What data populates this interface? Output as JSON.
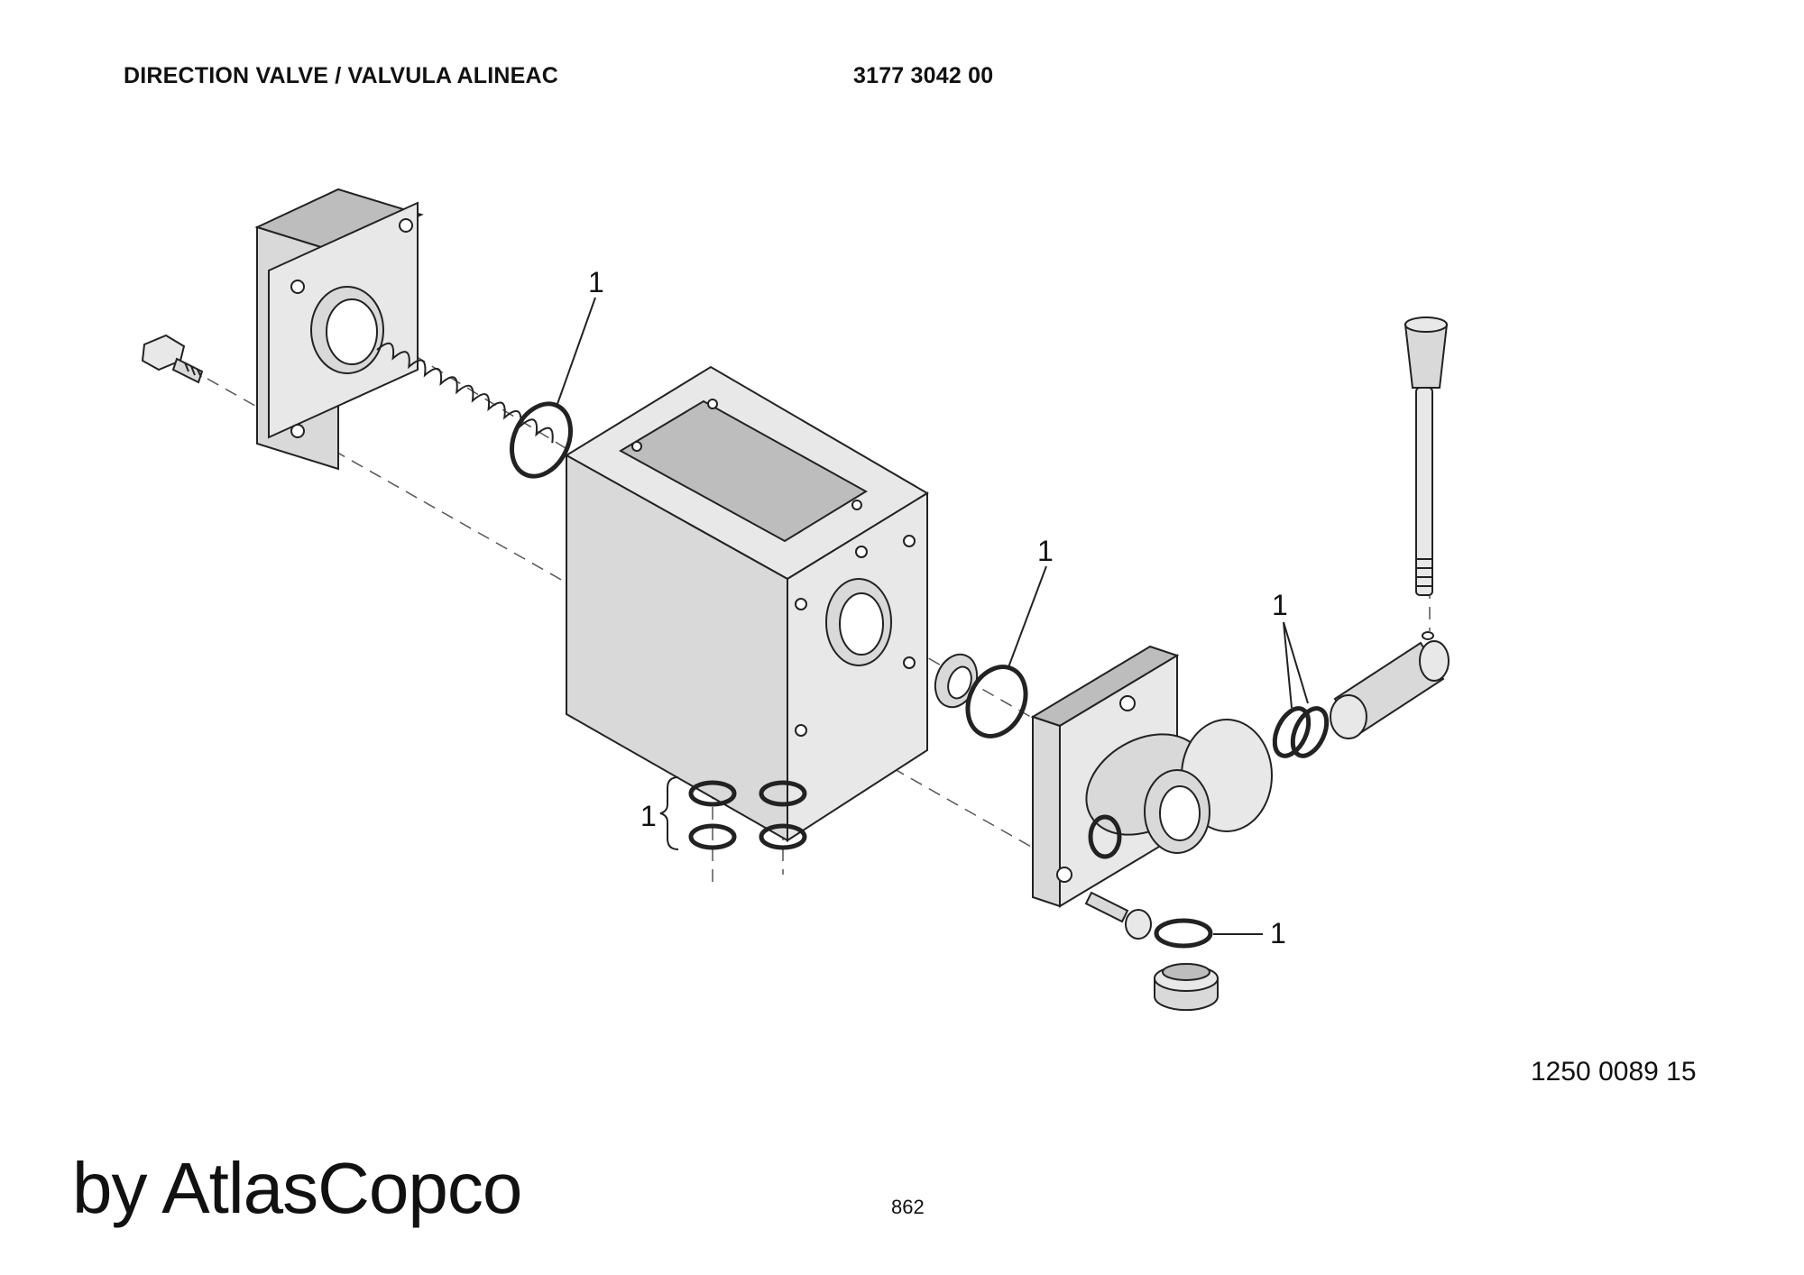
{
  "header": {
    "title": "DIRECTION VALVE / VALVULA ALINEAC",
    "part_number": "3177 3042 00"
  },
  "drawing_number": "1250 0089 15",
  "brand": "by AtlasCopco",
  "page_number": "862",
  "callouts": {
    "c1": "1",
    "c2": "1",
    "c3": "1",
    "c4": "1",
    "c5": "1"
  }
}
